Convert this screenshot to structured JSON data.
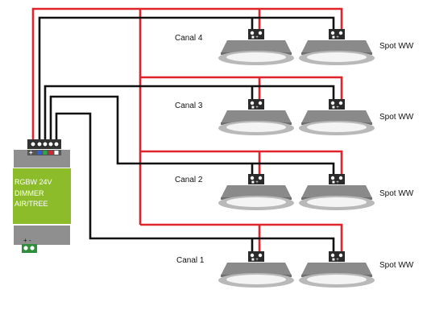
{
  "dimmer": {
    "label_lines": [
      "RGBW 24V",
      "DIMMER",
      "AIR/TREE"
    ],
    "out_polarity": "+",
    "in_polarity": "+ -",
    "body_color": "#8cbc2a",
    "case_color": "#8f8f8f"
  },
  "wire_colors": {
    "positive": "#e0242c",
    "negative": "#111111"
  },
  "terminal_colors": [
    "#ffffff",
    "#2f5ed8",
    "#2aa84a",
    "#d8252f",
    "#ffffff"
  ],
  "channels": [
    {
      "label": "Canal 4",
      "spot_label": "Spot WW"
    },
    {
      "label": "Canal 3",
      "spot_label": "Spot WW"
    },
    {
      "label": "Canal 2",
      "spot_label": "Spot WW"
    },
    {
      "label": "Canal 1",
      "spot_label": "Spot WW"
    }
  ],
  "spot_terminal_text": "■ +"
}
